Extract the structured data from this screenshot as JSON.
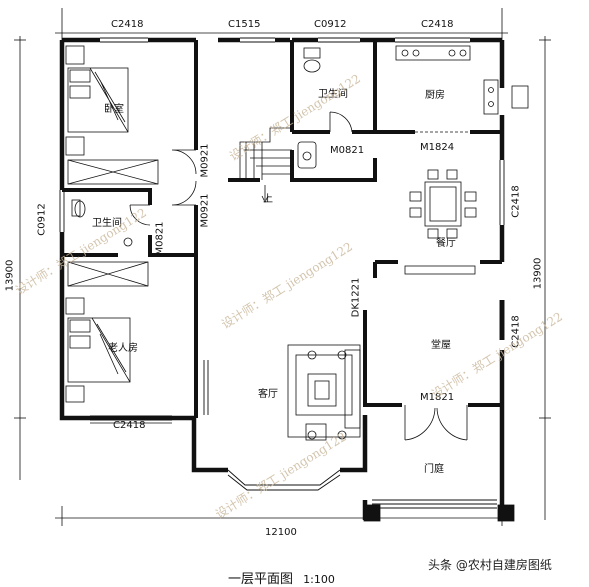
{
  "dimensions": {
    "top_windows": [
      "C2418",
      "C1515",
      "C0912",
      "C2418"
    ],
    "left_window": "C0912",
    "bedroom_window": "C2418",
    "left_height": "13900",
    "right_height": "13900",
    "right_window_dining": "C2418",
    "right_window_hall": "C2418",
    "total_width": "12100"
  },
  "doors": {
    "bath_top": "M0821",
    "kitchen": "M1824",
    "stair_upper": "M0921",
    "stair_lower": "M0921",
    "bath_left": "M0821",
    "living_dk": "DK1221",
    "hall": "M1821"
  },
  "rooms": {
    "bedroom": "卧室",
    "bath_top": "卫生间",
    "kitchen": "厨房",
    "bath_left": "卫生间",
    "dining": "餐厅",
    "elder_room": "老人房",
    "hall": "堂屋",
    "living": "客厅",
    "porch": "门庭",
    "stair_up": "上"
  },
  "watermark": "设计师：郑工 jiengong122",
  "plan_title": "一层平面图",
  "scale": "1:100",
  "source": "头条 @农村自建房图纸"
}
